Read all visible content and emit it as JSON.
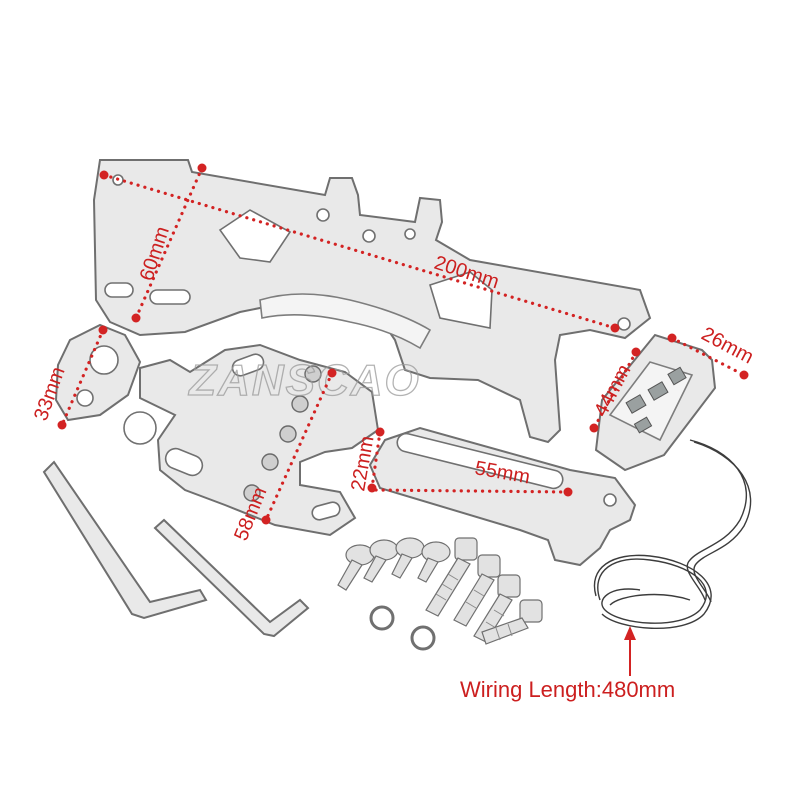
{
  "watermark": "ZANSCAO",
  "dimensions": {
    "plate_height": "60mm",
    "plate_length": "200mm",
    "clamp_width": "33mm",
    "bracket_height": "58mm",
    "slot_width": "22mm",
    "slot_length": "55mm",
    "light_height": "44mm",
    "light_width": "26mm"
  },
  "wiring_label": "Wiring Length:480mm",
  "colors": {
    "annotation": "#cc1f1f",
    "metal": "#e9e9e9",
    "outline": "#6f6f6f"
  }
}
